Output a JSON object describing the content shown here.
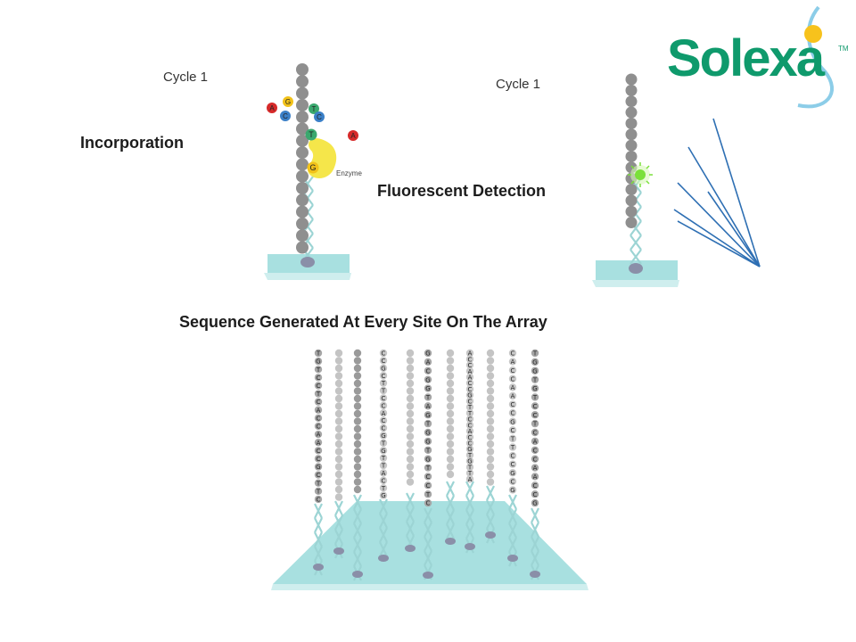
{
  "labels": {
    "cycle_left": "Cycle 1",
    "cycle_right": "Cycle 1",
    "incorporation": "Incorporation",
    "fluorescent": "Fluorescent Detection",
    "sequence_title": "Sequence Generated At Every Site On The Array",
    "enzyme": "Enzyme"
  },
  "logo": {
    "text": "Solexa",
    "tm": "TM"
  },
  "nucleotides_free": [
    {
      "base": "A",
      "color": "#d62a2a"
    },
    {
      "base": "G",
      "color": "#f2c21a"
    },
    {
      "base": "C",
      "color": "#3a7fc7"
    },
    {
      "base": "T",
      "color": "#3aa86e"
    },
    {
      "base": "C",
      "color": "#3a7fc7"
    },
    {
      "base": "A",
      "color": "#d62a2a"
    }
  ],
  "incorporated": [
    {
      "base": "T",
      "color": "#3aa86e"
    },
    {
      "base": "G",
      "color": "#f2c21a"
    }
  ],
  "array_strands": [
    "TGTCCTCACCAACCGCTTC",
    "CCGCTTCCACCGTGTTACTG",
    "GACGGTAGTGGTGTCCTC",
    "ACCAACCGCTTCCACCGTGTTA",
    "CACCAACCGCTTCCGCG",
    "TGGTGTCCTCACCAACCG"
  ],
  "colors": {
    "platform": "#a8e0e0",
    "platform_edge": "#cfeeee",
    "helix": "#9cd4d4",
    "bead_dark": "#8f8f8f",
    "bead_light": "#bdbdbd",
    "beam": "#2e6fb3",
    "glow": "#7be03a",
    "logo_green": "#0f9a6c",
    "logo_sun": "#f7c21c",
    "logo_blue": "#5bb8de"
  }
}
